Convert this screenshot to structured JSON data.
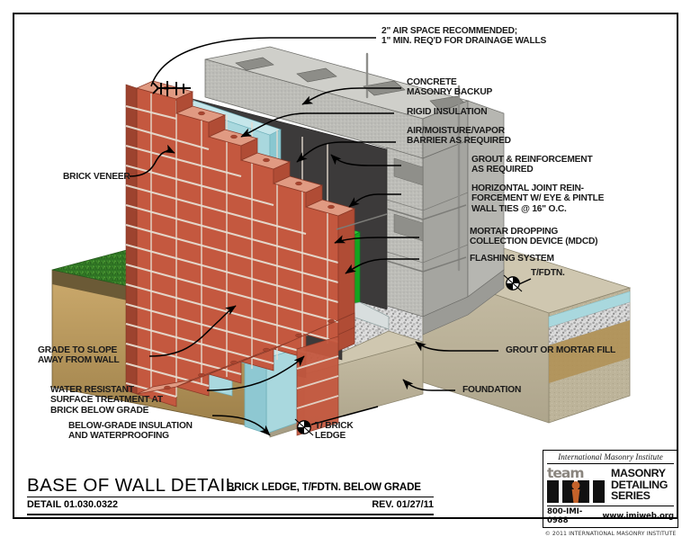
{
  "sheet": {
    "border_color": "#000000",
    "background": "#ffffff"
  },
  "drawing": {
    "title_alt": "Isometric cutaway of masonry cavity wall base at brick ledge and top of foundation below grade",
    "materials": {
      "brick_veneer": "#c4583f",
      "brick_face_light": "#d2745a",
      "brick_top": "#e0917a",
      "mortar_joint": "#e8ddd2",
      "rigid_insulation": "#a9d8de",
      "insulation_edge": "#7fc3cc",
      "air_moisture_barrier": "#3f3d3d",
      "cmu_backup": "#b8b8b4",
      "cmu_face_light": "#d0d0cc",
      "cmu_shadow": "#8e8e8a",
      "mdcd_green": "#18b722",
      "mdcd_dark": "#0a8c38",
      "grass": "#2f7524",
      "soil": "#c9a86a",
      "soil_dark": "#7a6136",
      "gravel": "#d8d8d8",
      "foundation": "#bdb49a",
      "foundation_top": "#cfc7b0",
      "flashing": "#cfd6d6",
      "rebar": "#9a9a96"
    }
  },
  "callouts": {
    "air_space": "2\" AIR SPACE RECOMMENDED;\n1\" MIN. REQ'D FOR DRAINAGE WALLS",
    "cmu_backup": "CONCRETE\nMASONRY BACKUP",
    "rigid_insulation": "RIGID INSULATION",
    "barrier": "AIR/MOISTURE/VAPOR\nBARRIER AS REQUIRED",
    "grout_reinf": "GROUT & REINFORCEMENT\nAS REQUIRED",
    "joint_reinf": "HORIZONTAL JOINT REIN-\nFORCEMENT W/ EYE & PINTLE\nWALL TIES @ 16\" O.C.",
    "mdcd": "MORTAR DROPPING\nCOLLECTION DEVICE (MDCD)",
    "flashing": "FLASHING SYSTEM",
    "t_fdtn": "T/FDTN.",
    "grout_mortar_fill": "GROUT OR MORTAR FILL",
    "foundation": "FOUNDATION",
    "brick_veneer": "BRICK VENEER",
    "grade_slope": "GRADE TO SLOPE\nAWAY FROM WALL",
    "water_resistant": "WATER RESISTANT\nSURFACE TREATMENT AT\nBRICK BELOW GRADE",
    "below_grade_insulation": "BELOW-GRADE INSULATION\nAND WATERPROOFING",
    "t_brick_ledge": "T/ BRICK\nLEDGE"
  },
  "title_block": {
    "title": "BASE OF WALL DETAIL",
    "subtitle": "BRICK LEDGE, T/FDTN. BELOW GRADE",
    "detail_number": "DETAIL 01.030.0322",
    "revision": "REV. 01/27/11"
  },
  "logo": {
    "institute": "International Masonry Institute",
    "team_word": "team",
    "series_line1": "MASONRY",
    "series_line2": "DETAILING",
    "series_line3": "SERIES",
    "phone": "800-IMI-0988",
    "website": "www.imiweb.org",
    "copyright": "© 2011 INTERNATIONAL  MASONRY  INSTITUTE",
    "accent_color": "#c4622a"
  }
}
